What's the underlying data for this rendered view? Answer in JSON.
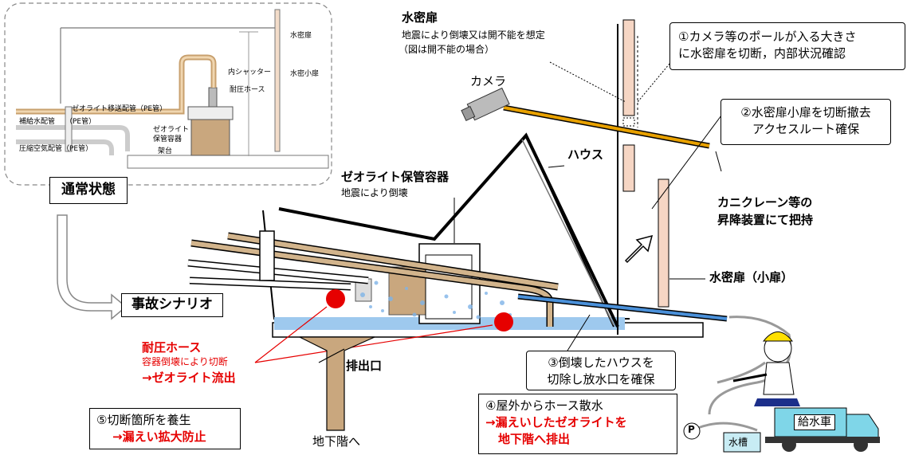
{
  "inset": {
    "zeolite_pipe": "ゼオライト移送配管（PE管）",
    "supply_pipe": "補給水配管",
    "supply_pipe_pe": "（PE管）",
    "air_pipe": "圧縮空気配管（PE管）",
    "inner_shutter": "内シャッター",
    "pressure_hose": "耐圧ホース",
    "container_line1": "ゼオライト",
    "container_line2": "保管容器",
    "rack": "架台",
    "watertight_door": "水密扉",
    "small_door": "水密小扉"
  },
  "normal_state": "通常状態",
  "accident_scenario": "事故シナリオ",
  "door_title": "水密扉",
  "door_desc_line1": "地震により倒壊又は開不能を想定",
  "door_desc_line2": "（図は開不能の場合）",
  "camera": "カメラ",
  "house": "ハウス",
  "zeolite_container_title": "ゼオライト保管容器",
  "zeolite_container_desc": "地震により倒壊",
  "step1_line1": "①カメラ等のポールが入る大きさ",
  "step1_line2": "に水密扉を切断，内部状況確認",
  "step2_line1": "②水密扉小扉を切断撤去",
  "step2_line2": "アクセスルート確保",
  "crane_line1": "カニクレーン等の",
  "crane_line2": "昇降装置にて把持",
  "small_door_label": "水密扉（小扉）",
  "hose_title": "耐圧ホース",
  "hose_desc": "容器倒壊により切断",
  "hose_result": "→ゼオライト流出",
  "outlet": "排出口",
  "basement": "地下階へ",
  "step3_line1": "③倒壊したハウスを",
  "step3_line2": "切除し放水口を確保",
  "step4_line1": "④屋外からホース散水",
  "step4_line2": "→漏えいしたゼオライトを",
  "step4_line3": "地下階へ排出",
  "step5_line1": "⑤切断箇所を養生",
  "step5_line2": "→漏えい拡大防止",
  "water_truck": "給水車",
  "water_tank": "水槽",
  "pump": "P",
  "colors": {
    "accent_red": "#e60000",
    "pipe_tan": "#d2b48c",
    "door_pink": "#f6d6c4",
    "water_blue": "#9ec9ee",
    "truck_cyan": "#7fd6e8"
  }
}
